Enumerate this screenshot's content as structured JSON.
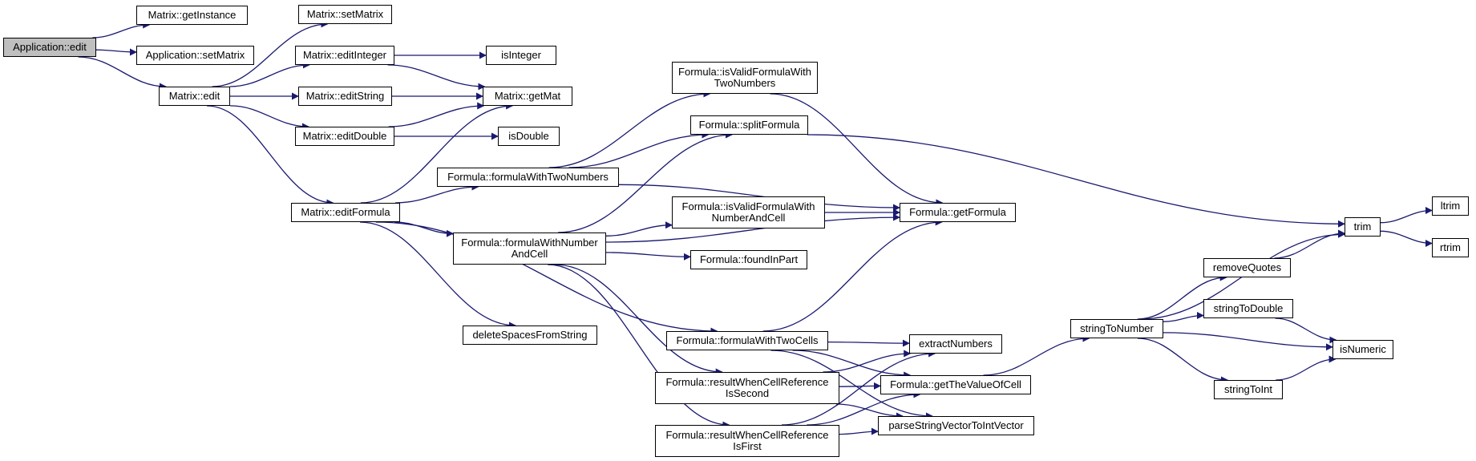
{
  "colors": {
    "edge": "#191970",
    "node_border": "#000000",
    "root_fill": "#bfbfbf",
    "node_fill": "#ffffff"
  },
  "nodes": {
    "app_edit": {
      "label": "Application::edit"
    },
    "mx_getInstance": {
      "label": "Matrix::getInstance"
    },
    "app_setMatrix": {
      "label": "Application::setMatrix"
    },
    "mx_edit": {
      "label": "Matrix::edit"
    },
    "mx_setMatrix": {
      "label": "Matrix::setMatrix"
    },
    "mx_editInteger": {
      "label": "Matrix::editInteger"
    },
    "mx_editString": {
      "label": "Matrix::editString"
    },
    "mx_editDouble": {
      "label": "Matrix::editDouble"
    },
    "mx_editFormula": {
      "label": "Matrix::editFormula"
    },
    "isInteger": {
      "label": "isInteger"
    },
    "mx_getMat": {
      "label": "Matrix::getMat"
    },
    "isDouble": {
      "label": "isDouble"
    },
    "f_isValidTwoNumbers": {
      "label": "Formula::isValidFormulaWith",
      "label2": "TwoNumbers"
    },
    "f_splitFormula": {
      "label": "Formula::splitFormula"
    },
    "f_withTwoNumbers": {
      "label": "Formula::formulaWithTwoNumbers"
    },
    "f_isValidNumberAndCell": {
      "label": "Formula::isValidFormulaWith",
      "label2": "NumberAndCell"
    },
    "f_withNumberAndCell": {
      "label": "Formula::formulaWithNumber",
      "label2": "AndCell"
    },
    "f_foundInPart": {
      "label": "Formula::foundInPart"
    },
    "deleteSpaces": {
      "label": "deleteSpacesFromString"
    },
    "f_withTwoCells": {
      "label": "Formula::formulaWithTwoCells"
    },
    "f_cellRefSecond": {
      "label": "Formula::resultWhenCellReference",
      "label2": "IsSecond"
    },
    "f_cellRefFirst": {
      "label": "Formula::resultWhenCellReference",
      "label2": "IsFirst"
    },
    "f_getFormula": {
      "label": "Formula::getFormula"
    },
    "extractNumbers": {
      "label": "extractNumbers"
    },
    "f_getValueOfCell": {
      "label": "Formula::getTheValueOfCell"
    },
    "parseStrVec": {
      "label": "parseStringVectorToIntVector"
    },
    "stringToNumber": {
      "label": "stringToNumber"
    },
    "removeQuotes": {
      "label": "removeQuotes"
    },
    "stringToDouble": {
      "label": "stringToDouble"
    },
    "stringToInt": {
      "label": "stringToInt"
    },
    "trim": {
      "label": "trim"
    },
    "isNumeric": {
      "label": "isNumeric"
    },
    "ltrim": {
      "label": "ltrim"
    },
    "rtrim": {
      "label": "rtrim"
    }
  },
  "edges": [
    [
      "app_edit",
      "mx_getInstance"
    ],
    [
      "app_edit",
      "app_setMatrix"
    ],
    [
      "app_edit",
      "mx_edit"
    ],
    [
      "mx_edit",
      "mx_setMatrix"
    ],
    [
      "mx_edit",
      "mx_editInteger"
    ],
    [
      "mx_edit",
      "mx_editString"
    ],
    [
      "mx_edit",
      "mx_editDouble"
    ],
    [
      "mx_edit",
      "mx_editFormula"
    ],
    [
      "mx_editInteger",
      "isInteger"
    ],
    [
      "mx_editInteger",
      "mx_getMat"
    ],
    [
      "mx_editString",
      "mx_getMat"
    ],
    [
      "mx_editDouble",
      "mx_getMat"
    ],
    [
      "mx_editDouble",
      "isDouble"
    ],
    [
      "mx_editFormula",
      "mx_getMat"
    ],
    [
      "mx_editFormula",
      "f_withTwoNumbers"
    ],
    [
      "mx_editFormula",
      "f_withNumberAndCell"
    ],
    [
      "mx_editFormula",
      "deleteSpaces"
    ],
    [
      "mx_editFormula",
      "f_withTwoCells"
    ],
    [
      "f_withTwoNumbers",
      "f_isValidTwoNumbers"
    ],
    [
      "f_withTwoNumbers",
      "f_splitFormula"
    ],
    [
      "f_withTwoNumbers",
      "f_getFormula"
    ],
    [
      "f_isValidTwoNumbers",
      "f_getFormula"
    ],
    [
      "f_splitFormula",
      "trim"
    ],
    [
      "f_withNumberAndCell",
      "f_splitFormula"
    ],
    [
      "f_withNumberAndCell",
      "f_isValidNumberAndCell"
    ],
    [
      "f_withNumberAndCell",
      "f_foundInPart"
    ],
    [
      "f_withNumberAndCell",
      "f_getFormula"
    ],
    [
      "f_withNumberAndCell",
      "f_cellRefSecond"
    ],
    [
      "f_withNumberAndCell",
      "f_cellRefFirst"
    ],
    [
      "f_isValidNumberAndCell",
      "f_getFormula"
    ],
    [
      "f_withTwoCells",
      "f_getFormula"
    ],
    [
      "f_withTwoCells",
      "extractNumbers"
    ],
    [
      "f_withTwoCells",
      "f_getValueOfCell"
    ],
    [
      "f_withTwoCells",
      "parseStrVec"
    ],
    [
      "f_cellRefSecond",
      "extractNumbers"
    ],
    [
      "f_cellRefSecond",
      "f_getValueOfCell"
    ],
    [
      "f_cellRefSecond",
      "parseStrVec"
    ],
    [
      "f_cellRefFirst",
      "extractNumbers"
    ],
    [
      "f_cellRefFirst",
      "f_getValueOfCell"
    ],
    [
      "f_cellRefFirst",
      "parseStrVec"
    ],
    [
      "f_getValueOfCell",
      "stringToNumber"
    ],
    [
      "stringToNumber",
      "trim"
    ],
    [
      "stringToNumber",
      "removeQuotes"
    ],
    [
      "stringToNumber",
      "stringToDouble"
    ],
    [
      "stringToNumber",
      "isNumeric"
    ],
    [
      "stringToNumber",
      "stringToInt"
    ],
    [
      "removeQuotes",
      "trim"
    ],
    [
      "stringToDouble",
      "isNumeric"
    ],
    [
      "stringToInt",
      "isNumeric"
    ],
    [
      "trim",
      "ltrim"
    ],
    [
      "trim",
      "rtrim"
    ]
  ]
}
